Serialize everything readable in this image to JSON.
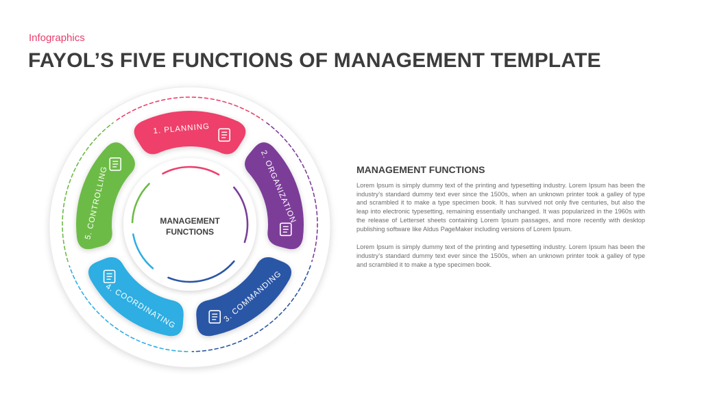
{
  "header": {
    "subtitle": "Infographics",
    "title": "FAYOL’S FIVE FUNCTIONS OF MANAGEMENT TEMPLATE"
  },
  "diagram": {
    "center_label_line1": "MANAGEMENT",
    "center_label_line2": "FUNCTIONS",
    "segments": [
      {
        "label": "1. PLANNING",
        "color": "#ee3f6b",
        "icon": "checklist-icon"
      },
      {
        "label": "2. ORGANIZATION",
        "color": "#7b3e98",
        "icon": "org-structure-icon"
      },
      {
        "label": "3. COMMANDING",
        "color": "#2a56a6",
        "icon": "meeting-icon"
      },
      {
        "label": "4. COORDINATING",
        "color": "#2faee2",
        "icon": "team-globe-icon"
      },
      {
        "label": "5. CONTROLLING",
        "color": "#6dbb46",
        "icon": "gears-icon"
      }
    ]
  },
  "panel": {
    "heading": "MANAGEMENT FUNCTIONS",
    "paragraph1": "Lorem Ipsum is simply dummy text of the printing and typesetting industry. Lorem Ipsum has been the industry’s standard dummy text ever since the 1500s, when an unknown printer took a galley of type and scrambled it to make a type specimen book. It has survived not only five centuries, but also the leap into electronic typesetting, remaining essentially unchanged. It was popularized in the 1960s with the release of Letterset sheets containing Lorem Ipsum passages, and more recently with desktop publishing software like Aldus PageMaker including versions of Lorem Ipsum.",
    "paragraph2": "Lorem Ipsum is simply dummy text of the printing and typesetting industry. Lorem Ipsum has been the industry’s standard dummy text ever since the 1500s, when an unknown printer took a galley of type and scrambled it to make a type specimen book."
  }
}
